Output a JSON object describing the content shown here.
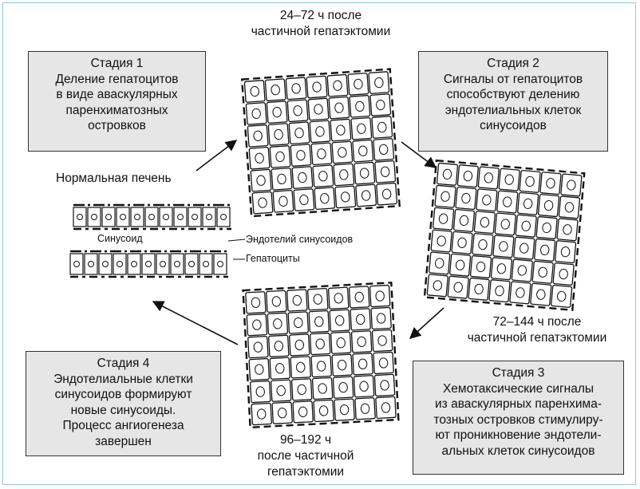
{
  "stages": {
    "stage1": {
      "title": "Стадия 1",
      "lines": [
        "Деление гепатоцитов",
        "в виде аваскулярных",
        "паренхиматозных",
        "островков"
      ]
    },
    "stage2": {
      "title": "Стадия 2",
      "lines": [
        "Сигналы от гепатоцитов",
        "способствуют делению",
        "эндотелиальных клеток",
        "синусоидов"
      ]
    },
    "stage3": {
      "title": "Стадия 3",
      "lines": [
        "Хемотаксические сигналы",
        "из аваскулярных паренхима-",
        "тозных островков стимулиру-",
        "ют проникновение эндотели-",
        "альных клеток синусоидов"
      ]
    },
    "stage4": {
      "title": "Стадия 4",
      "lines": [
        "Эндотелиальные клетки",
        "синусоидов формируют",
        "новые синусоиды.",
        "Процесс ангиогенеза",
        "завершен"
      ]
    }
  },
  "captions": {
    "t24": [
      "24–72 ч после",
      "частичной гепатэктомии"
    ],
    "t72": [
      "72–144 ч после",
      "частичной гепатэктомии"
    ],
    "t96": [
      "96–192 ч",
      "после частичной",
      "гепатэктомии"
    ],
    "normal": "Нормальная печень"
  },
  "labels": {
    "sinusoid": "Синусоид",
    "endothelium": "Эндотелий синусоидов",
    "hepatocytes": "Гепатоциты"
  },
  "colors": {
    "frame": "#8ec8d8",
    "box_fill": "#e6e6e6"
  }
}
